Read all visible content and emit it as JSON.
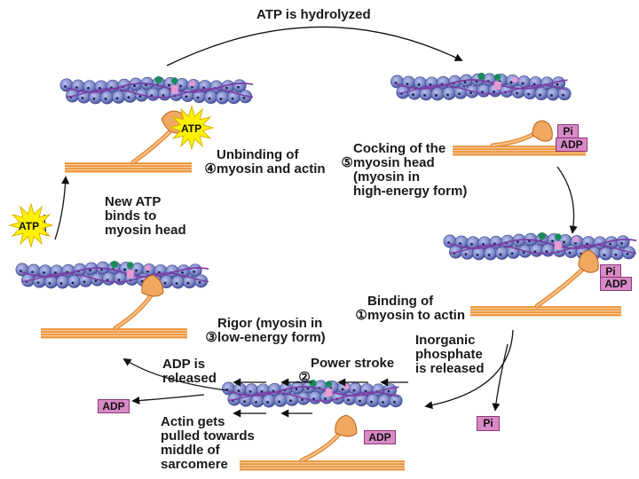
{
  "title": "ATP is hydrolyzed",
  "steps": {
    "unbinding": {
      "num": "④",
      "text": "Unbinding of\nmyosin and actin"
    },
    "cocking": {
      "num": "⑤",
      "text": "Cocking of the\nmyosin head\n(myosin in\nhigh-energy form)"
    },
    "binding": {
      "num": "①",
      "text": "Binding of\nmyosin to actin"
    },
    "power": {
      "num": "②",
      "text": "Power stroke"
    },
    "rigor": {
      "num": "③",
      "text": "Rigor (myosin in\nlow-energy form)"
    }
  },
  "notes": {
    "new_atp": "New ATP\nbinds to\nmyosin head",
    "phosphate": "Inorganic\nphosphate\nis released",
    "adp_released": "ADP is\nreleased",
    "actin_pulled": "Actin gets\npulled towards\nmiddle of\nsarcomere"
  },
  "tags": {
    "atp": "ATP",
    "adp": "ADP",
    "pi": "Pi"
  },
  "colors": {
    "actin_bead": "#7a86c8",
    "actin_bead_dark": "#3d4690",
    "tropomyosin": "#7b3fa6",
    "myosin_head": "#f0a860",
    "myosin_filament": "#f0a050",
    "atp_star": "#fff200",
    "phosphate_box": "#d889c6",
    "troponin_green": "#1b8a5a"
  }
}
